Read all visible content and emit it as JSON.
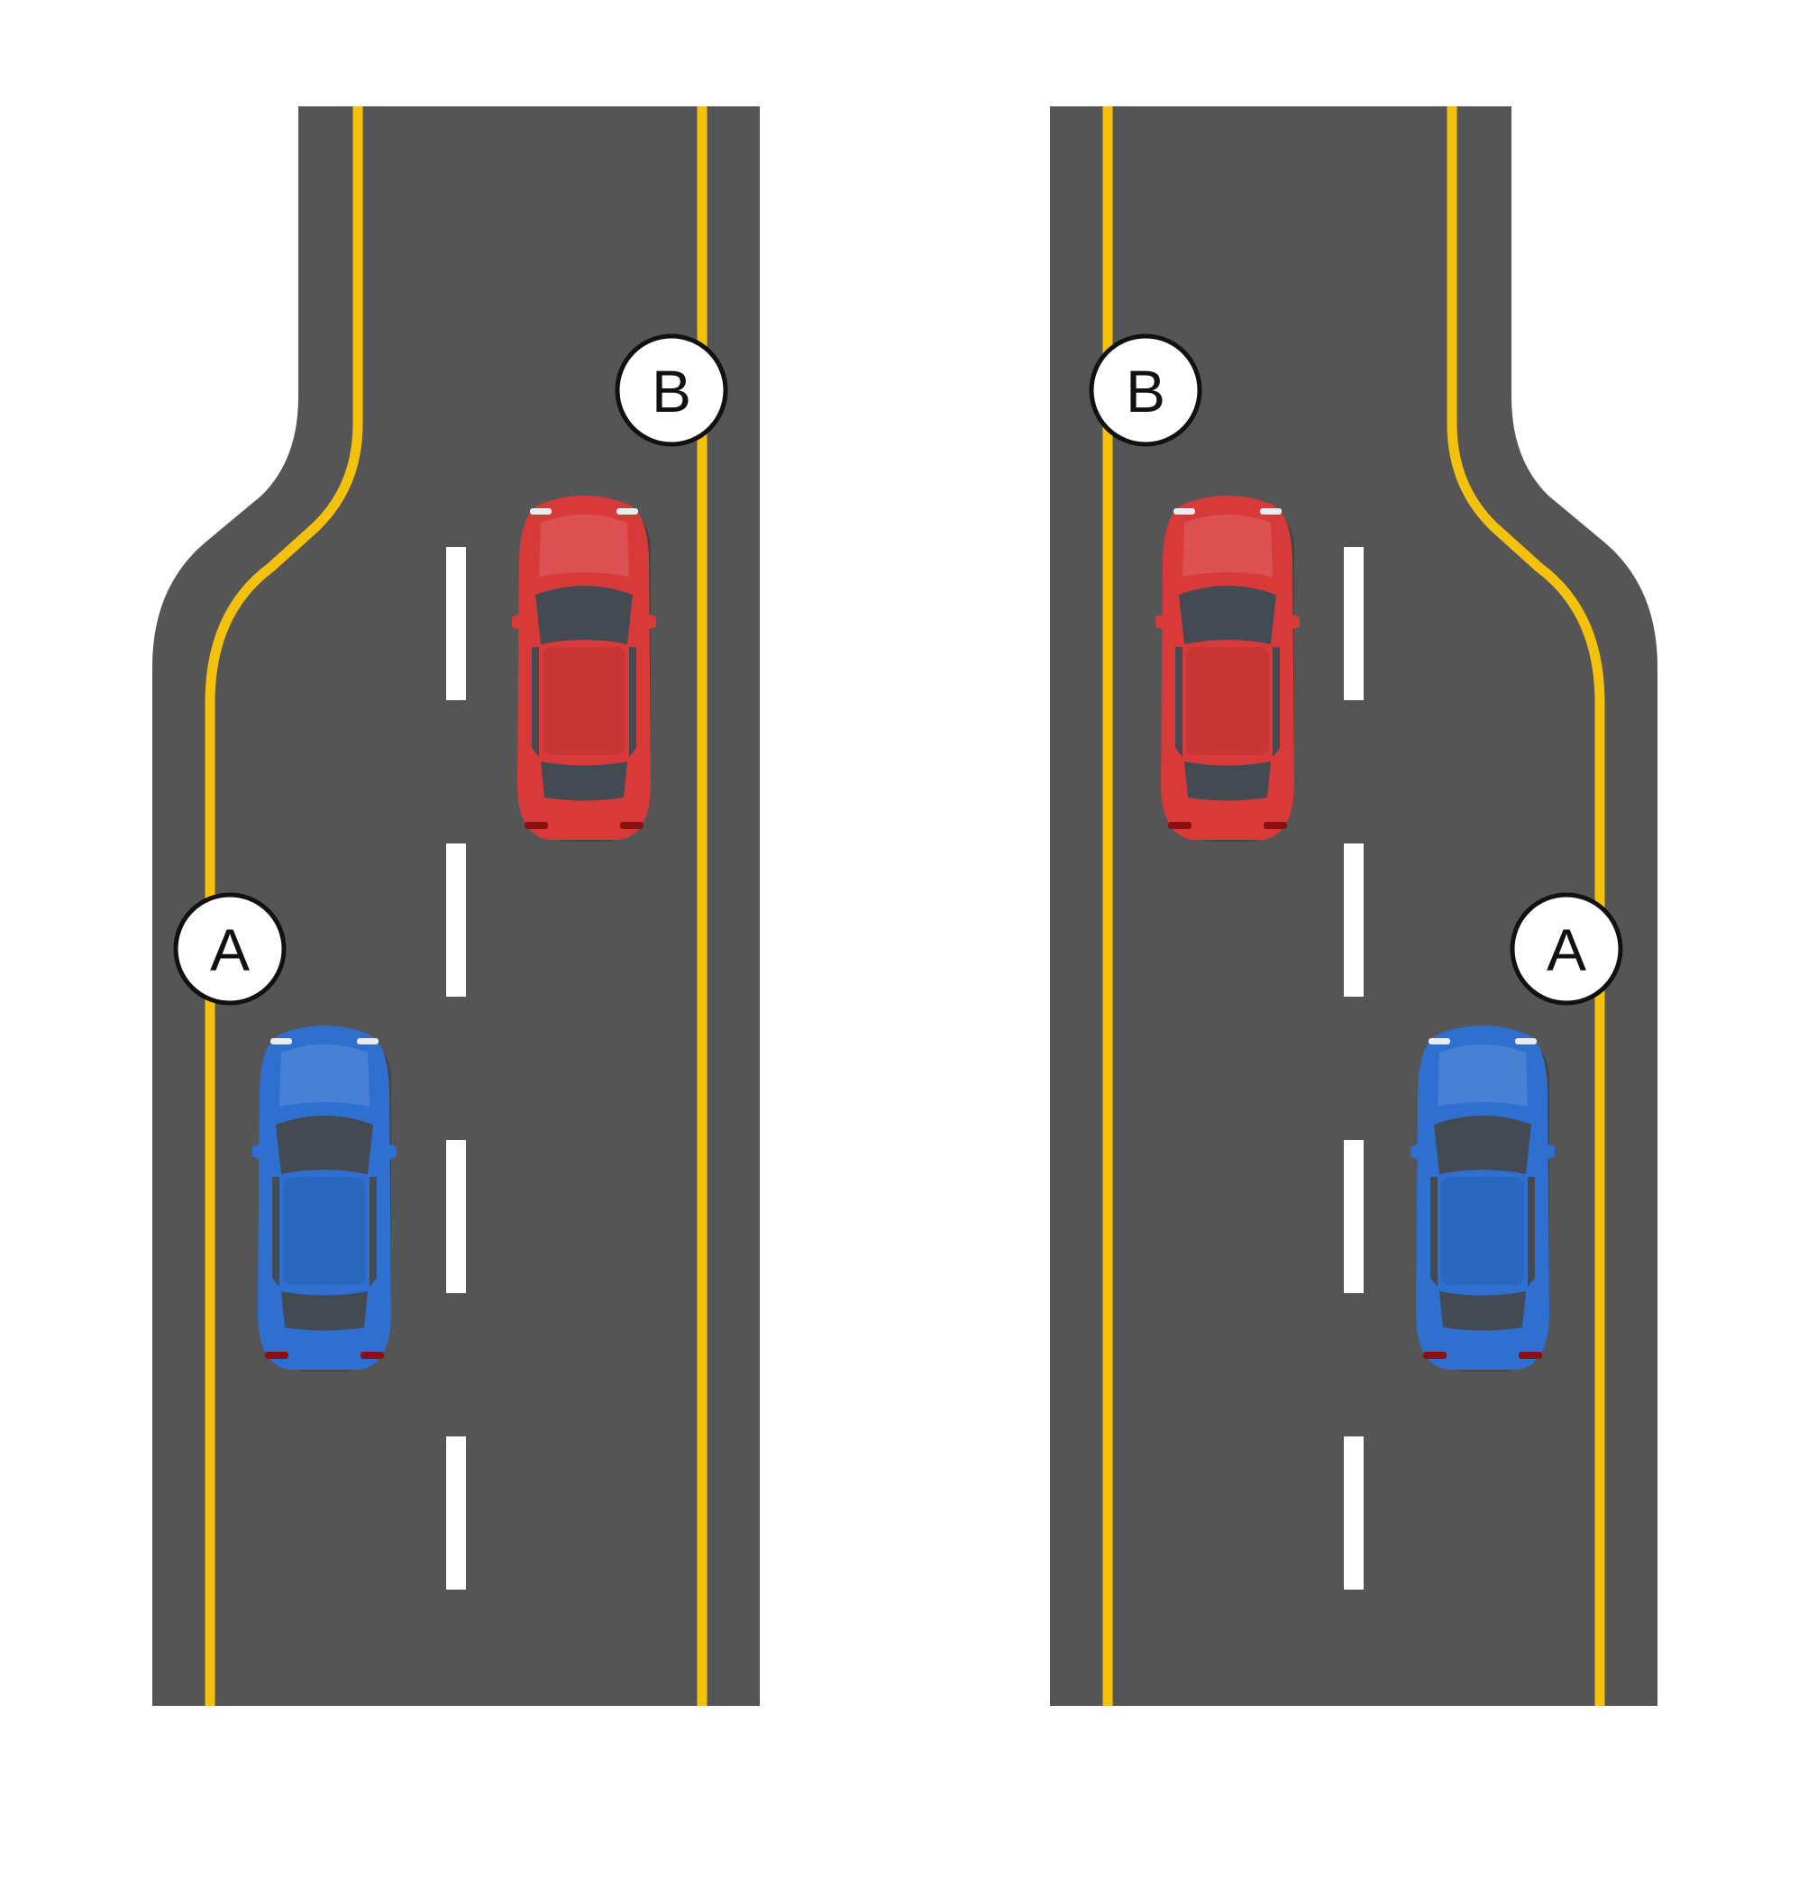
{
  "colors": {
    "background": "#ffffff",
    "road": "#555555",
    "edge_line": "#f4c20d",
    "lane_dash": "#ffffff",
    "car_a": "#2f6fd0",
    "car_b": "#d83a3a",
    "label_fill": "#ffffff",
    "label_stroke": "#111111"
  },
  "panels": [
    {
      "name": "left-panel",
      "merge_side": "left",
      "label_a": "A",
      "label_b": "B",
      "car_a_color_name": "blue",
      "car_b_color_name": "red"
    },
    {
      "name": "right-panel",
      "merge_side": "right",
      "label_a": "A",
      "label_b": "B",
      "car_a_color_name": "blue",
      "car_b_color_name": "red"
    }
  ]
}
